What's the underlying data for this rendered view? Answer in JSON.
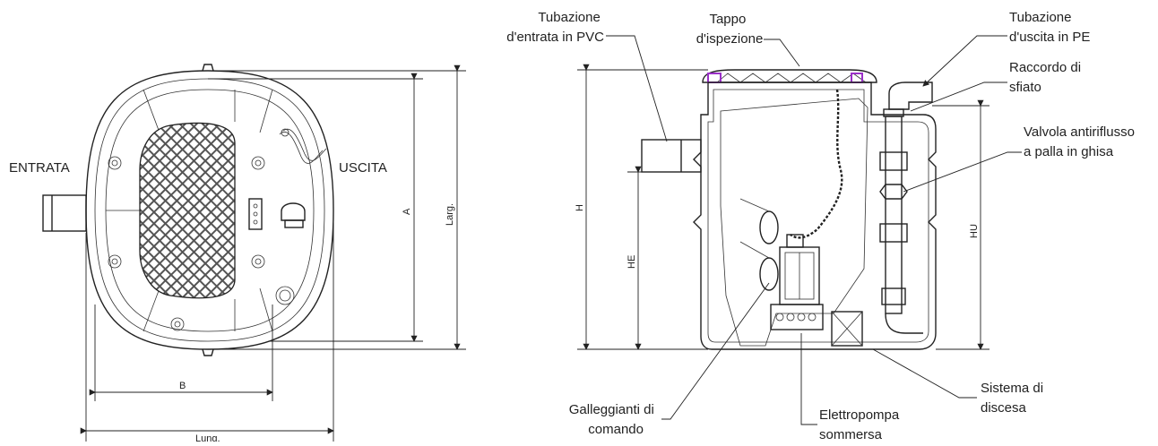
{
  "top_view": {
    "label_inlet": "ENTRATA",
    "label_outlet": "USCITA",
    "dim_a": "A",
    "dim_width": "Larg.",
    "dim_b": "B",
    "dim_length": "Lung."
  },
  "side_view": {
    "dim_h": "H",
    "dim_he": "HE",
    "dim_hu": "HU",
    "callouts": {
      "inlet_pipe": [
        "Tubazione",
        "d'entrata in PVC"
      ],
      "inspection_cap": [
        "Tappo",
        "d'ispezione"
      ],
      "outlet_pipe": [
        "Tubazione",
        "d'uscita in PE"
      ],
      "vent_fitting": [
        "Raccordo di",
        "sfiato"
      ],
      "check_valve": [
        "Valvola antiriflusso",
        "a palla in ghisa"
      ],
      "descent_system": [
        "Sistema di",
        "discesa"
      ],
      "control_floats": [
        "Galleggianti di",
        "comando"
      ],
      "submersible_pump": [
        "Elettropompa",
        "sommersa"
      ]
    }
  },
  "colors": {
    "line": "#222222",
    "cap_accent": "#9b30c8"
  },
  "icons": {
    "grid": "mesh-grille-icon",
    "bolt": "lid-bolt-icon"
  }
}
